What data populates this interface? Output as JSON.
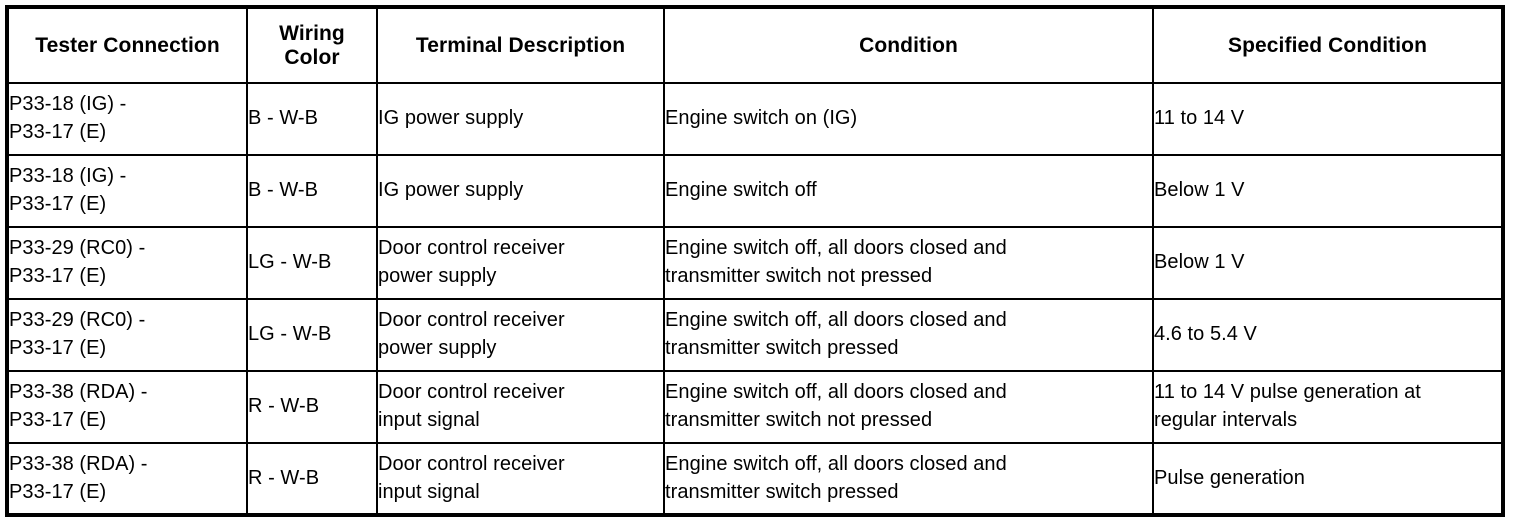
{
  "table": {
    "headers": [
      "Tester Connection",
      "Wiring Color",
      "Terminal Description",
      "Condition",
      "Specified Condition"
    ],
    "header_lines": {
      "wiring_color": [
        "Wiring",
        "Color"
      ]
    },
    "rows": [
      {
        "tester_connection": [
          "P33-18 (IG) -",
          "P33-17 (E)"
        ],
        "wiring_color": "B - W-B",
        "terminal_description": [
          "IG power supply"
        ],
        "condition": [
          "Engine switch on (IG)"
        ],
        "specified_condition": [
          "11 to 14 V"
        ]
      },
      {
        "tester_connection": [
          "P33-18 (IG) -",
          "P33-17 (E)"
        ],
        "wiring_color": "B - W-B",
        "terminal_description": [
          "IG power supply"
        ],
        "condition": [
          "Engine switch off"
        ],
        "specified_condition": [
          "Below 1 V"
        ]
      },
      {
        "tester_connection": [
          "P33-29 (RC0) -",
          "P33-17 (E)"
        ],
        "wiring_color": "LG - W-B",
        "terminal_description": [
          "Door control receiver",
          "power supply"
        ],
        "condition": [
          "Engine switch off, all doors closed and",
          "transmitter switch not pressed"
        ],
        "specified_condition": [
          "Below 1 V"
        ]
      },
      {
        "tester_connection": [
          "P33-29 (RC0) -",
          "P33-17 (E)"
        ],
        "wiring_color": "LG - W-B",
        "terminal_description": [
          "Door control receiver",
          "power supply"
        ],
        "condition": [
          "Engine switch off, all doors closed and",
          "transmitter switch pressed"
        ],
        "specified_condition": [
          "4.6 to 5.4 V"
        ]
      },
      {
        "tester_connection": [
          "P33-38 (RDA) -",
          "P33-17 (E)"
        ],
        "wiring_color": "R - W-B",
        "terminal_description": [
          "Door control receiver",
          "input signal"
        ],
        "condition": [
          "Engine switch off, all doors closed and",
          "transmitter switch not pressed"
        ],
        "specified_condition": [
          "11 to 14 V pulse generation at",
          "regular intervals"
        ]
      },
      {
        "tester_connection": [
          "P33-38 (RDA) -",
          "P33-17 (E)"
        ],
        "wiring_color": "R - W-B",
        "terminal_description": [
          "Door control receiver",
          "input signal"
        ],
        "condition": [
          "Engine switch off, all doors closed and",
          "transmitter switch pressed"
        ],
        "specified_condition": [
          "Pulse generation"
        ]
      }
    ]
  },
  "colors": {
    "border": "#000000",
    "text": "#000000",
    "background": "#ffffff"
  }
}
